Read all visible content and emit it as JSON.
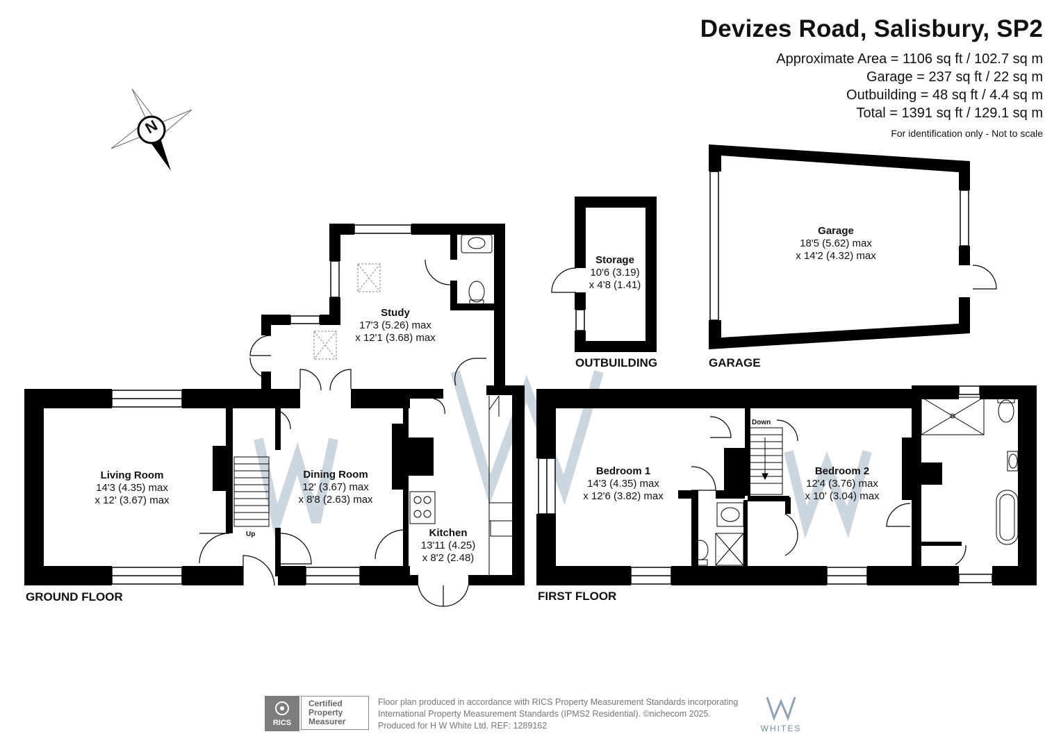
{
  "header": {
    "title": "Devizes Road, Salisbury, SP2",
    "approx_area": "Approximate Area = 1106 sq ft / 102.7 sq m",
    "garage_area": "Garage = 237 sq ft / 22 sq m",
    "outbuilding_area": "Outbuilding = 48 sq ft / 4.4 sq m",
    "total_area": "Total = 1391 sq ft / 129.1 sq m",
    "note": "For identification only - Not to scale"
  },
  "compass": {
    "letter": "N",
    "icon": "compass-rose-icon"
  },
  "floors": {
    "ground": "GROUND FLOOR",
    "first": "FIRST FLOOR",
    "outbuilding": "OUTBUILDING",
    "garage": "GARAGE"
  },
  "rooms": {
    "living": {
      "name": "Living Room",
      "dim1": "14'3 (4.35) max",
      "dim2": "x 12' (3.67) max"
    },
    "dining": {
      "name": "Dining Room",
      "dim1": "12' (3.67) max",
      "dim2": "x 8'8 (2.63) max"
    },
    "study": {
      "name": "Study",
      "dim1": "17'3 (5.26) max",
      "dim2": "x 12'1 (3.68) max"
    },
    "kitchen": {
      "name": "Kitchen",
      "dim1": "13'11 (4.25)",
      "dim2": "x 8'2 (2.48)"
    },
    "storage": {
      "name": "Storage",
      "dim1": "10'6 (3.19)",
      "dim2": "x 4'8 (1.41)"
    },
    "garage": {
      "name": "Garage",
      "dim1": "18'5 (5.62) max",
      "dim2": "x 14'2 (4.32) max"
    },
    "bedroom1": {
      "name": "Bedroom 1",
      "dim1": "14'3 (4.35) max",
      "dim2": "x 12'6 (3.82) max"
    },
    "bedroom2": {
      "name": "Bedroom 2",
      "dim1": "12'4 (3.76) max",
      "dim2": "x 10' (3.04) max"
    }
  },
  "stairs": {
    "up": "Up",
    "down": "Down"
  },
  "footer": {
    "line1": "Floor plan produced in accordance with RICS Property Measurement Standards incorporating",
    "line2": "International Property Measurement Standards (IPMS2 Residential).  ©nichecom 2025.",
    "line3": "Produced for H W White Ltd.   REF:  1289162",
    "rics": "RICS",
    "cert1": "Certified",
    "cert2": "Property",
    "cert3": "Measurer",
    "brand": "WHITES"
  },
  "colors": {
    "wall": "#000000",
    "watermark": "#8fa3b8",
    "footer_text": "#777777"
  }
}
